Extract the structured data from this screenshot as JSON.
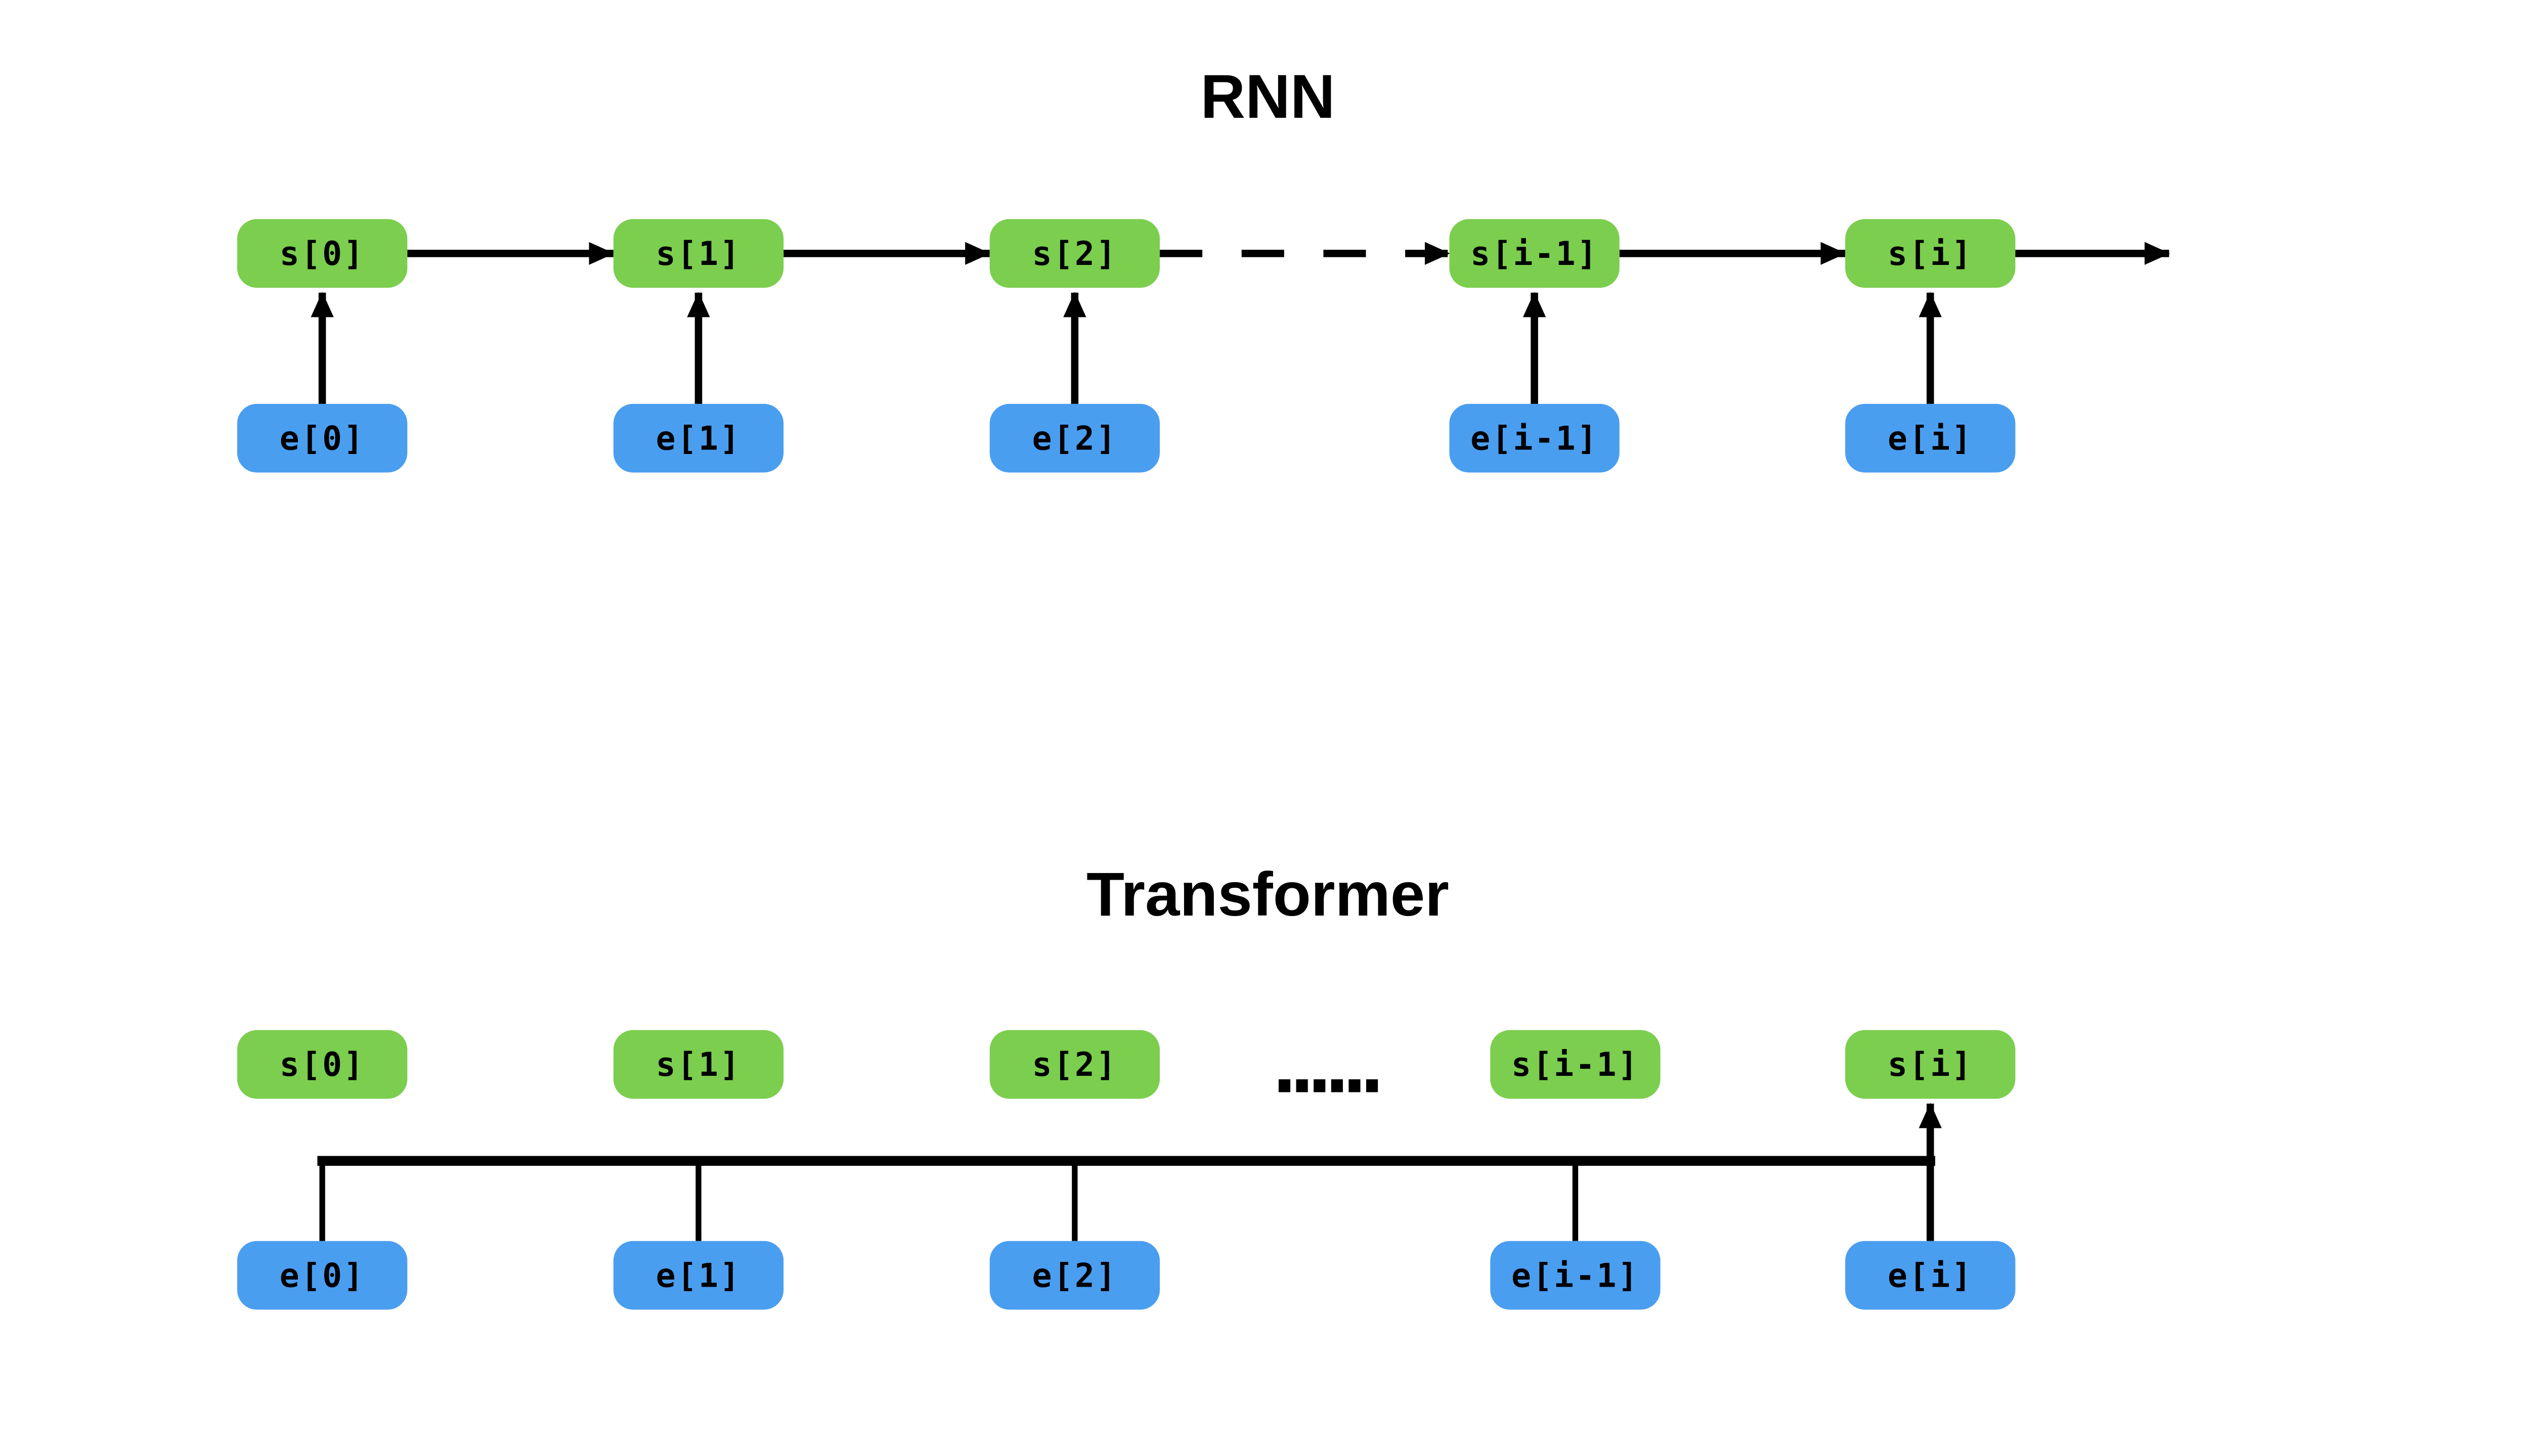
{
  "colors": {
    "background": "#ffffff",
    "state_fill": "#7bce4e",
    "embed_fill": "#4a9ef0",
    "line": "#000000",
    "label": "#000000"
  },
  "rnn": {
    "title": "RNN",
    "states": [
      "s[0]",
      "s[1]",
      "s[2]",
      "s[i-1]",
      "s[i]"
    ],
    "embeddings": [
      "e[0]",
      "e[1]",
      "e[2]",
      "e[i-1]",
      "e[i]"
    ]
  },
  "transformer": {
    "title": "Transformer",
    "states": [
      "s[0]",
      "s[1]",
      "s[2]",
      "s[i-1]",
      "s[i]"
    ],
    "embeddings": [
      "e[0]",
      "e[1]",
      "e[2]",
      "e[i-1]",
      "e[i]"
    ],
    "ellipsis": "......"
  }
}
